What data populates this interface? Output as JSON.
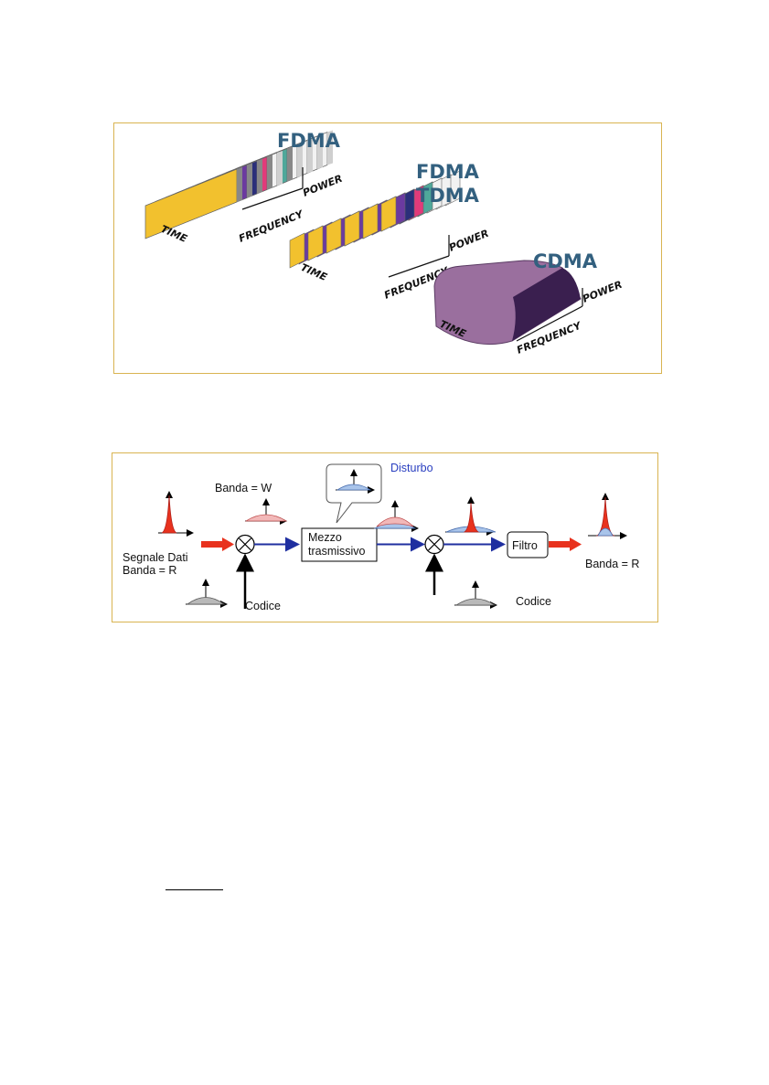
{
  "figure1": {
    "panels": [
      {
        "title_line1": "FDMA",
        "title_line2": "",
        "time_label": "TIME",
        "frequency_label": "FREQUENCY",
        "power_label": "POWER"
      },
      {
        "title_line1": "FDMA",
        "title_line2": "TDMA",
        "time_label": "TIME",
        "frequency_label": "FREQUENCY",
        "power_label": "POWER"
      },
      {
        "title_line1": "CDMA",
        "title_line2": "",
        "time_label": "TIME",
        "frequency_label": "FREQUENCY",
        "power_label": "POWER"
      }
    ],
    "colors": {
      "channel_yellow": "#f2c12e",
      "channel_purple": "#6b3aa0",
      "channel_navy": "#2b2f7a",
      "channel_magenta": "#e23a7a",
      "channel_teal": "#4fa89a",
      "channel_white": "#f2f2f2",
      "cdma_fill": "#9a6f9e",
      "cdma_dark": "#3a1f4f",
      "title": "#33607f"
    }
  },
  "figure2": {
    "input_label_line1": "Segnale Dati",
    "input_label_line2": "Banda = R",
    "band_w_label": "Banda = W",
    "disturbance_label": "Disturbo",
    "medium_label_line1": "Mezzo",
    "medium_label_line2": "trasmissivo",
    "filter_label": "Filtro",
    "output_label": "Banda = R",
    "code_label_tx": "Codice",
    "code_label_rx": "Codice",
    "multiplier_symbol": "×",
    "colors": {
      "data_signal": "#e8321e",
      "signal_path": "#1f2fa0",
      "disturbance_text": "#2a3fc0",
      "spread_fill": "#f2b8b8",
      "noise_fill": "#a9c4ea",
      "code_fill": "#b9b9b9",
      "border": "#d9b451"
    }
  }
}
